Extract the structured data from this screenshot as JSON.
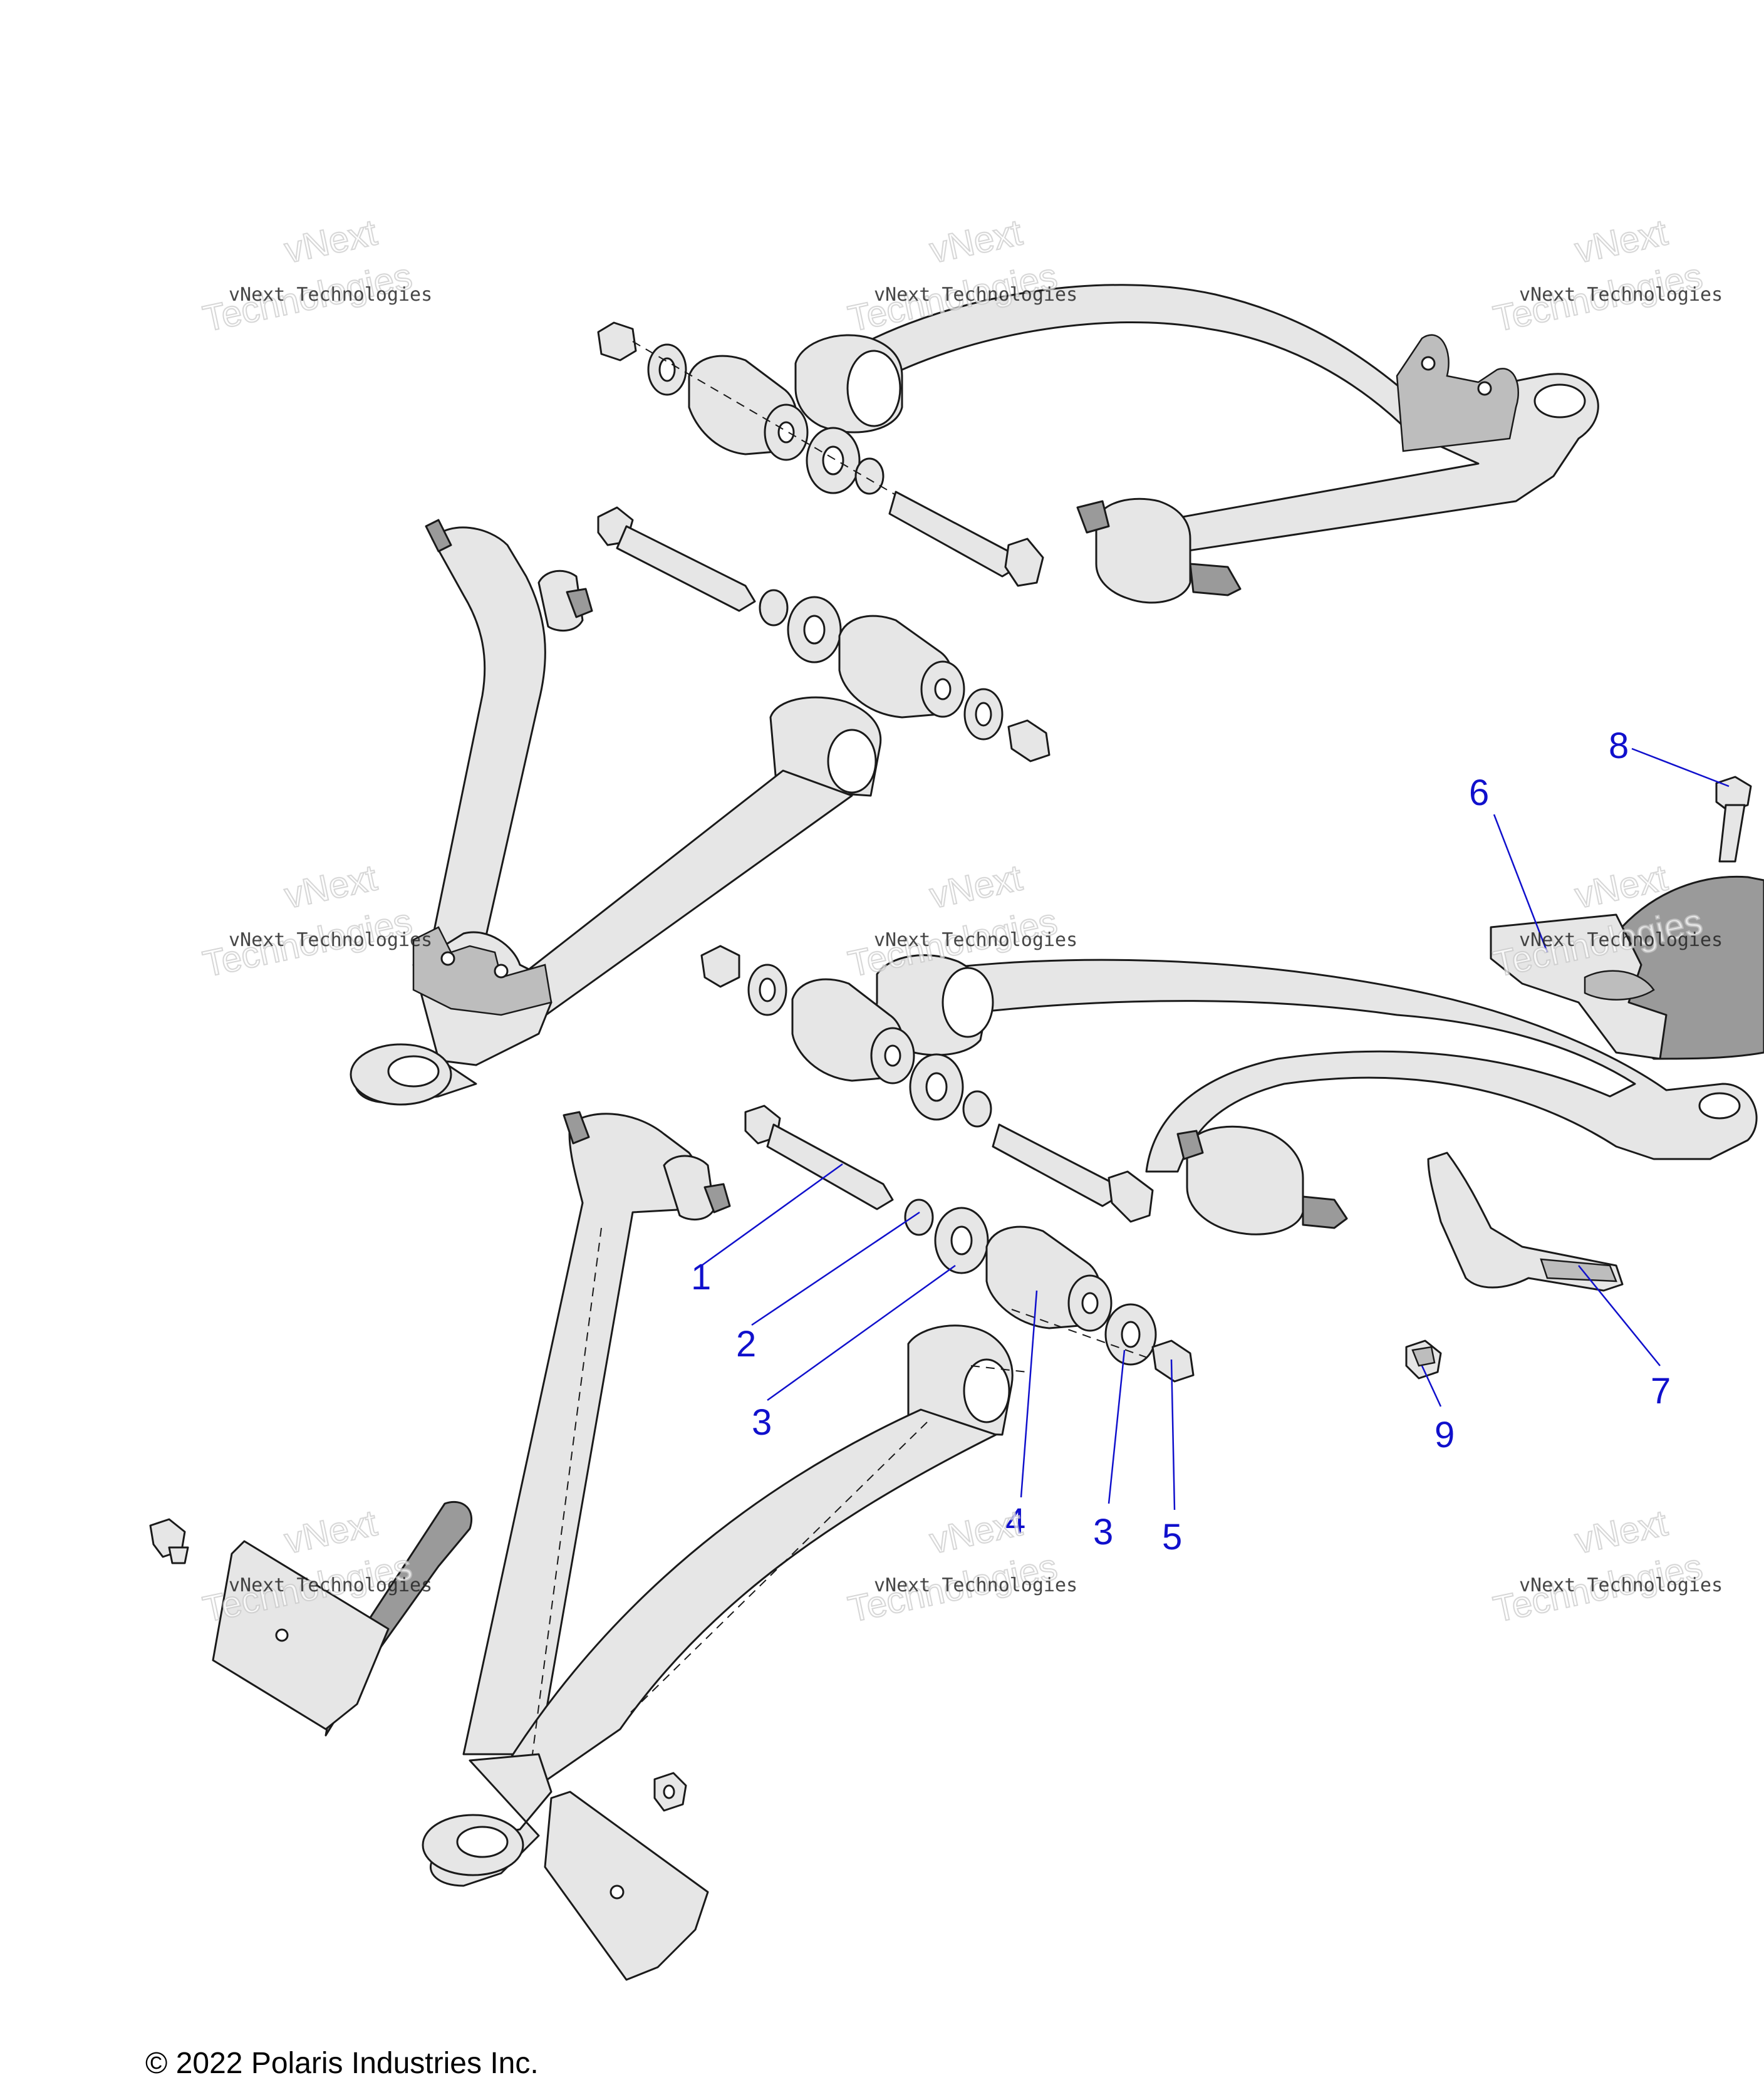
{
  "callouts": [
    {
      "number": "1",
      "part": "bolt"
    },
    {
      "number": "2",
      "part": "small-washer"
    },
    {
      "number": "3",
      "part": "large-washer-left"
    },
    {
      "number": "4",
      "part": "bushing-sleeve"
    },
    {
      "number": "3",
      "part": "large-washer-right"
    },
    {
      "number": "5",
      "part": "flange-nut"
    },
    {
      "number": "6",
      "part": "guard-plate"
    },
    {
      "number": "7",
      "part": "heat-shield-bracket"
    },
    {
      "number": "8",
      "part": "shield-bolt"
    },
    {
      "number": "9",
      "part": "clip-nut"
    }
  ],
  "watermark": {
    "line_small": "vNext Technologies",
    "line_big_1": "vNext",
    "line_big_2": "Technologies"
  },
  "footer": {
    "copyright": "© 2022 Polaris Industries Inc."
  },
  "colors": {
    "callout": "#1010cc",
    "part_fill": "#e6e6e6",
    "outline": "#1a1a1a"
  }
}
